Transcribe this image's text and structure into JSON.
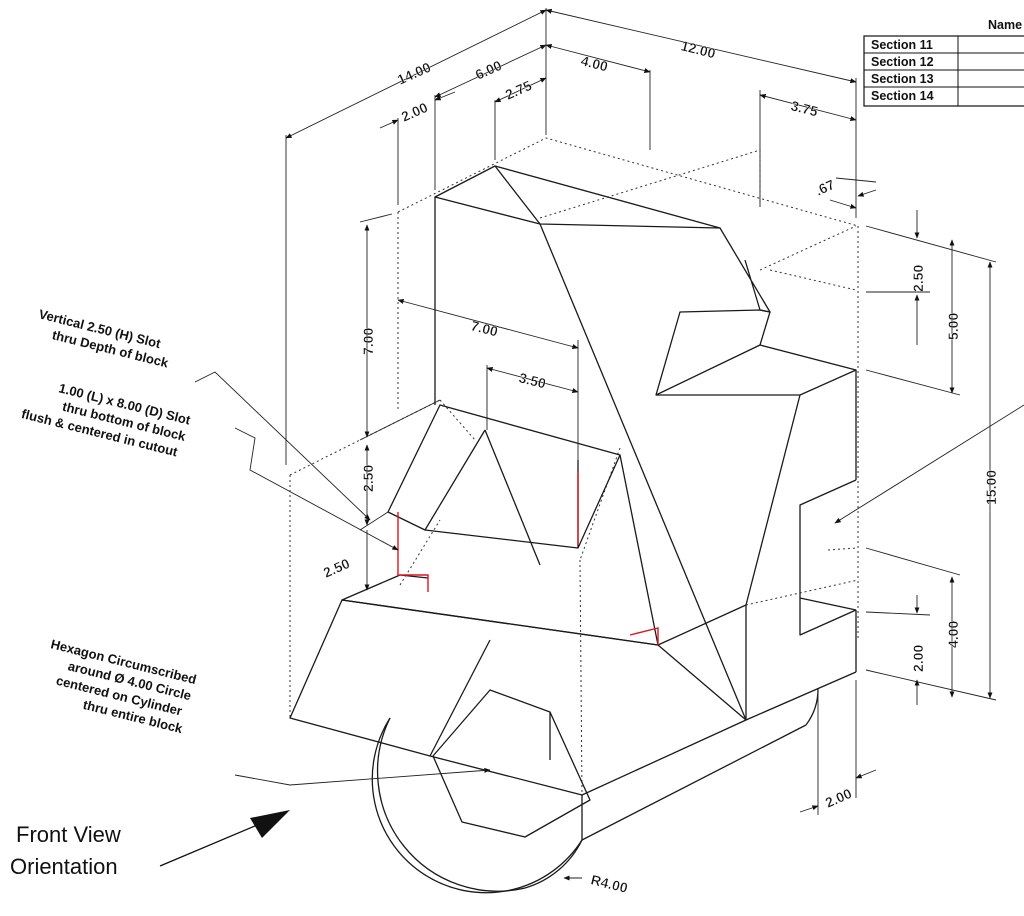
{
  "title_block": {
    "header": "Name",
    "rows": [
      "Section 11",
      "Section 12",
      "Section 13",
      "Section 14"
    ]
  },
  "dimensions": {
    "d_14_00": "14.00",
    "d_6_00": "6.00",
    "d_2_00_top": "2.00",
    "d_2_75": "2.75",
    "d_4_00_top": "4.00",
    "d_12_00": "12.00",
    "d_3_75": "3.75",
    "d_67": ".67",
    "d_7_00_h": "7.00",
    "d_7_00_v": "7.00",
    "d_3_50": "3.50",
    "d_2_50_a": "2.50",
    "d_2_50_b": "2.50",
    "d_2_50_right": "2.50",
    "d_5_00": "5.00",
    "d_15_00": "15.00",
    "d_2_00_right": "2.00",
    "d_4_00_right": "4.00",
    "d_2_00_bottom": "2.00",
    "d_r4_00": "R4.00"
  },
  "notes": {
    "slot_vertical": [
      "Vertical 2.50 (H) Slot",
      "thru Depth of block"
    ],
    "slot_bottom": [
      "1.00 (L) x 8.00 (D) Slot",
      "thru bottom of block",
      "flush & centered in cutout"
    ],
    "hexagon": [
      "Hexagon Circumscribed",
      "around Ø 4.00 Circle",
      "centered on Cylinder",
      "thru entire block"
    ],
    "orientation": [
      "Front View",
      "Orientation"
    ]
  }
}
